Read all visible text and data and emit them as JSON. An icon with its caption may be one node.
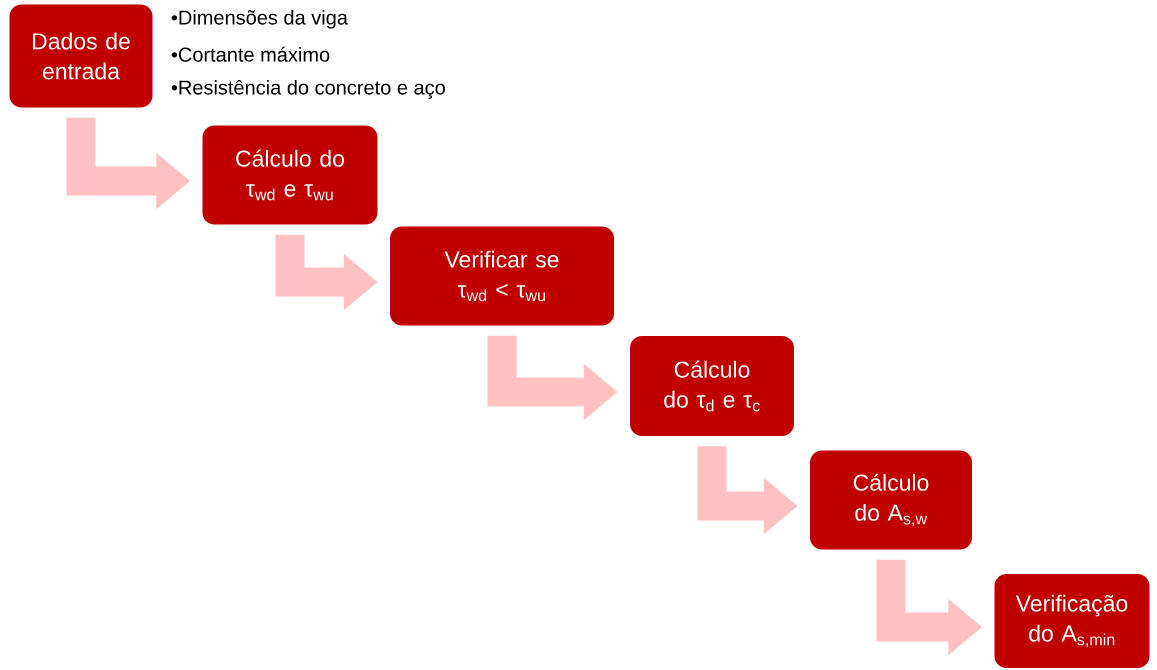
{
  "diagram": {
    "nodes": [
      {
        "text": [
          "Dados de entrada"
        ],
        "beside": [
          "•Dimensões da viga",
          "•Cortante máximo",
          "•Resistência do concreto e aço"
        ]
      },
      {
        "text": [
          "Cálculo do τ$_{wd}$ e τ$_{wu}$"
        ]
      },
      {
        "text": [
          "Verificar se τ$_{wd}$ < τ$_{wu}$"
        ]
      },
      {
        "text": [
          "Cálculo do τ$_{d}$ e τ$_{c}$"
        ]
      },
      {
        "text": [
          "Cálculo do A$_{s,w}$"
        ]
      },
      {
        "text": [
          "Verificação do A$_{s,min}$"
        ]
      }
    ],
    "edges": [
      {
        "from": 0,
        "to": 1,
        "arrow": "to"
      },
      {
        "from": 1,
        "to": 2,
        "arrow": "to"
      },
      {
        "from": 2,
        "to": 3,
        "arrow": "to"
      },
      {
        "from": 3,
        "to": 4,
        "arrow": "to"
      },
      {
        "from": 4,
        "to": 5,
        "arrow": "to"
      }
    ]
  }
}
